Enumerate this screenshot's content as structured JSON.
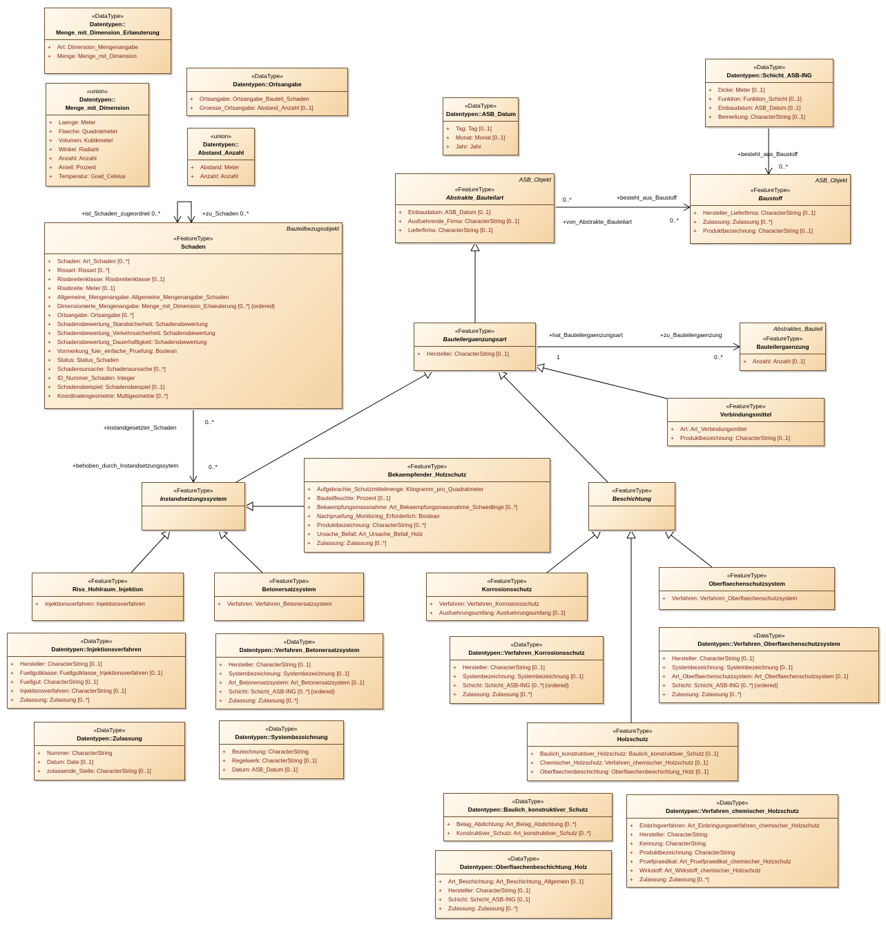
{
  "classes": [
    {
      "id": "menge_dim_erl",
      "stereotype": "«DataType»",
      "name": "Datentypen::\nMenge_mit_Dimension_Erlaeuterung",
      "attributes": [
        "Art: Dimension_Mengenangabe",
        "Menge: Menge_mit_Dimension"
      ]
    },
    {
      "id": "menge_dim",
      "stereotype": "«union»",
      "name": "Datentypen::\nMenge_mit_Dimension",
      "attributes": [
        "Laenge: Meter",
        "Flaeche: Quadratmeter",
        "Volumen: Kubikmeter",
        "Winkel: Radiant",
        "Anzahl: Anzahl",
        "Anteil: Prozent",
        "Temperatur: Grad_Celsius"
      ]
    },
    {
      "id": "ortsangabe",
      "stereotype": "«DataType»",
      "name": "Datentypen::Ortsangabe",
      "attributes": [
        "Ortsangabe: Ortsangabe_Bauteil_Schaden",
        "Groesse_Ortsangabe: Abstand_Anzahl [0..1]"
      ]
    },
    {
      "id": "abstand_anzahl",
      "stereotype": "«union»",
      "name": "Datentypen::\nAbstand_Anzahl",
      "attributes": [
        "Abstand: Meter",
        "Anzahl: Anzahl"
      ]
    },
    {
      "id": "asb_datum",
      "stereotype": "«DataType»",
      "name": "Datentypen::ASB_Datum",
      "attributes": [
        "Tag: Tag [0..1]",
        "Monat: Monat [0..1]",
        "Jahr: Jahr"
      ]
    },
    {
      "id": "schicht",
      "stereotype": "«DataType»",
      "name": "Datentypen::Schicht_ASB-ING",
      "attributes": [
        "Dicke: Meter [0..1]",
        "Funktion: Funktion_Schicht [0..1]",
        "Einbaudatum: ASB_Datum [0..1]",
        "Bemerkung: CharacterString [0..1]"
      ]
    },
    {
      "id": "abstrakte_bauteilart",
      "context": "ASB_Objekt",
      "stereotype": "«FeatureType»",
      "name": "Abstrakte_Bauteilart",
      "abstract": true,
      "attributes": [
        "Einbaudatum: ASB_Datum [0..1]",
        "Ausfuehrende_Firma: CharacterString [0..1]",
        "Lieferfirma: CharacterString [0..1]"
      ]
    },
    {
      "id": "baustoff",
      "context": "ASB_Objekt",
      "stereotype": "«FeatureType»",
      "name": "Baustoff",
      "abstract": true,
      "attributes": [
        "Hersteller_Lieferfirma: CharacterString [0..1]",
        "Zulassung: Zulassung [0..*]",
        "Produktbezeichnung: CharacterString [0..1]"
      ]
    },
    {
      "id": "schaden",
      "context": "Bauteilbezugsobjekt",
      "stereotype": "«FeatureType»",
      "name": "Schaden",
      "attributes": [
        "Schaden: Art_Schaden [0..*]",
        "Rissart: Rissart [0..*]",
        "Rissbreitenklasse: Rissbreitenklasse [0..1]",
        "Rissbreite: Meter [0..1]",
        "Allgemeine_Mengenangabe: Allgemeine_Mengenangabe_Schaden",
        "Dimensionierte_Mengenangabe: Menge_mit_Dimension_Erlaeuterung [0..*] {ordered}",
        "Ortsangabe: Ortsangabe [0..*]",
        "Schadensbewertung_Standsicherheit: Schadensbewertung",
        "Schadensbewertung_Verkehrssicherheit: Schadensbewertung",
        "Schadensbewertung_Dauerhaftigkeit: Schadensbewertung",
        "Vormerkung_fuer_einfache_Pruefung: Boolean",
        "Status: Status_Schaden",
        "Schadensursache: Schadensursache [0..*]",
        "ID_Nummer_Schaden: Integer",
        "Schadensbeispiel: Schadensbeispiel [0..1]",
        "Koordinatengeometrie: Multigeometrie [0..*]"
      ]
    },
    {
      "id": "bauteilergaenzungsart",
      "stereotype": "«FeatureType»",
      "name": "Bauteilergaenzungsart",
      "abstract": true,
      "attributes": [
        "Hersteller: CharacterString [0..1]"
      ]
    },
    {
      "id": "bauteilergaenzung",
      "context": "Abstraktes_Bauteil",
      "stereotype": "«FeatureType»",
      "name": "Bauteilergaenzung",
      "attributes": [
        "Anzahl: Anzahl [0..1]"
      ]
    },
    {
      "id": "verbindungsmittel",
      "stereotype": "«FeatureType»",
      "name": "Verbindungsmittel",
      "attributes": [
        "Art: Art_Verbindungsmittel",
        "Produktbezeichnung: CharacterString [0..1]"
      ]
    },
    {
      "id": "instandsetzungssystem",
      "stereotype": "«FeatureType»",
      "name": "Instandsetzungssystem",
      "abstract": true,
      "attributes": []
    },
    {
      "id": "holzschutz_bek",
      "stereotype": "«FeatureType»",
      "name": "Bekaempfender_Holzschutz",
      "attributes": [
        "Aufgebrachte_Schutzmittelmenge: Kilogramm_pro_Quadratmeter",
        "Bauteilfeuchte: Prozent [0..1]",
        "Bekaempfungsmassnahme: Art_Bekaempfungsmassnahme_Schaedlinge [0..*]",
        "Nachpruefung_Monitoring_Erforderlich: Boolean",
        "Produktbezeichnung: CharacterString [0..*]",
        "Ursache_Befall: Art_Ursache_Befall_Holz",
        "Zulassung: Zulassung [0..*]"
      ]
    },
    {
      "id": "beschichtung",
      "stereotype": "«FeatureType»",
      "name": "Beschichtung",
      "abstract": true,
      "attributes": []
    },
    {
      "id": "riss",
      "stereotype": "«FeatureType»",
      "name": "Riss_Hohlraum_Injektion",
      "attributes": [
        "Injektionsverfahren: Injektionsverfahren"
      ]
    },
    {
      "id": "betonersatz",
      "stereotype": "«FeatureType»",
      "name": "Betonersatzsystem",
      "attributes": [
        "Verfahren: Verfahren_Betonersatzsystem"
      ]
    },
    {
      "id": "korrosionsschutz",
      "stereotype": "«FeatureType»",
      "name": "Korrosionsschutz",
      "attributes": [
        "Verfahren: Verfahren_Korrosionsschutz",
        "Ausfuehrungsumfang: Ausfuehrungsumfang [0..1]"
      ]
    },
    {
      "id": "oberflaechenschutz",
      "stereotype": "«FeatureType»",
      "name": "Oberflaechenschutzsystem",
      "attributes": [
        "Verfahren: Verfahren_Oberflaechenschutzsystem"
      ]
    },
    {
      "id": "injektionsverfahren",
      "stereotype": "«DataType»",
      "name": "Datentypen::Injektionsverfahren",
      "attributes": [
        "Hersteller: CharacterString [0..1]",
        "Fuellgutklasse: Fuellgutklasse_Injektionsverfahren [0..1]",
        "Fuellgut: CharacterString [0..1]",
        "Injektionsverfahren: CharacterString [0..1]",
        "Zulassung: Zulassung [0..*]"
      ]
    },
    {
      "id": "verf_betonersatz",
      "stereotype": "«DataType»",
      "name": "Datentypen::Verfahren_Betonersatzsystem",
      "attributes": [
        "Hersteller: CharacterString [0..1]",
        "Systembezeichnung: Systembezeichnung [0..1]",
        "Art_Betonersatzsystem: Art_Betonersatzsystem [0..1]",
        "Schicht: Schicht_ASB-ING [0..*] {ordered}",
        "Zulassung: Zulassung [0..*]"
      ]
    },
    {
      "id": "verf_korrosion",
      "stereotype": "«DataType»",
      "name": "Datentypen::Verfahren_Korrosionsschutz",
      "attributes": [
        "Hersteller: CharacterString [0..1]",
        "Systembezeichnung: Systembezeichnung [0..1]",
        "Schicht: Schicht_ASB-ING [0..*] {ordered}",
        "Zulassung: Zulassung [0..*]"
      ]
    },
    {
      "id": "verf_oberflaeche",
      "stereotype": "«DataType»",
      "name": "Datentypen::Verfahren_Oberflaechenschutzsystem",
      "attributes": [
        "Hersteller: CharacterString [0..1]",
        "Systembezeichnung: Systembezeichnung [0..1]",
        "Art_Oberflaechenschutzsystem: Art_Oberflaechenschutzsystem [0..1]",
        "Schicht: Schicht_ASB-ING [0..*] {ordered}",
        "Zulassung: Zulassung [0..*]"
      ]
    },
    {
      "id": "zulassung",
      "stereotype": "«DataType»",
      "name": "Datentypen::Zulassung",
      "attributes": [
        "Nummer: CharacterString",
        "Datum: Date [0..1]",
        "zulassende_Stelle: CharacterString [0..1]"
      ]
    },
    {
      "id": "systembezeichnung",
      "stereotype": "«DataType»",
      "name": "Datentypen::Systembezeichnung",
      "attributes": [
        "Bezeichnung: CharacterString",
        "Regelwerk: CharacterString [0..1]",
        "Datum: ASB_Datum [0..1]"
      ]
    },
    {
      "id": "holzschutz",
      "stereotype": "«FeatureType»",
      "name": "Holzschutz",
      "attributes": [
        "Baulich_konstruktiver_Holzschutz: Baulich_konstruktiver_Schutz [0..1]",
        "Chemischer_Holzschutz: Verfahren_chemischer_Holzschutz [0..1]",
        "Oberflaechenbeschichtung: Oberflaechenbeschichtung_Holz [0..1]"
      ]
    },
    {
      "id": "baulich",
      "stereotype": "«DataType»",
      "name": "Datentypen::Baulich_konstruktiver_Schutz",
      "attributes": [
        "Belag_Abdichtung: Art_Belag_Abdichtung [0..*]",
        "Konstruktiver_Schutz: Art_konstruktiver_Schutz [0..*]"
      ]
    },
    {
      "id": "chemisch",
      "stereotype": "«DataType»",
      "name": "Datentypen::Verfahren_chemischer_Holzschutz",
      "attributes": [
        "Einbringverfahren: Art_Einbringungsverfahren_chemischer_Holzschutz",
        "Hersteller: CharacterString",
        "Kennung: CharacterString",
        "Produktbezeichnung: CharacterString",
        "Pruefpraedikat: Art_Pruefpraedikat_chemischer_Holzschutz",
        "Wirkstoff: Art_Wirkstoff_chemischer_Holzschutz",
        "Zulassung: Zulassung [0..*]"
      ]
    },
    {
      "id": "oberfl_holz",
      "stereotype": "«DataType»",
      "name": "Datentypen::Oberflaechenbeschichtung_Holz",
      "attributes": [
        "Art_Beschichtung: Art_Beschichtung_Allgemein [0..1]",
        "Hersteller: CharacterString [0..1]",
        "Schicht: Schicht_ASB-ING [0..1]",
        "Zulassung: Zulassung [0..*]"
      ]
    }
  ],
  "labels": [
    {
      "id": "l_ist_schaden",
      "text": "+ist_Schaden_zugeordnet 0..*"
    },
    {
      "id": "l_zu_schaden",
      "text": "+zu_Schaden 0..*"
    },
    {
      "id": "l_besteht_aus_baustoff_1",
      "text": "+besteht_aus_Baustoff"
    },
    {
      "id": "l_mult_0n_a",
      "text": "0..*"
    },
    {
      "id": "l_besteht_aus_baustoff_2",
      "text": "+besteht_aus_Baustoff"
    },
    {
      "id": "l_mult_0n_b",
      "text": "0..*"
    },
    {
      "id": "l_von_abstrakte",
      "text": "+von_Abstrakte_Bauteilart"
    },
    {
      "id": "l_mult_0n_c",
      "text": "0..*"
    },
    {
      "id": "l_hat_bauteilerg",
      "text": "+hat_Bauteilergaenzungsart"
    },
    {
      "id": "l_zu_bauteilerg",
      "text": "+zu_Bauteilergaenzung"
    },
    {
      "id": "l_mult_1",
      "text": "1"
    },
    {
      "id": "l_mult_0n_d",
      "text": "0..*"
    },
    {
      "id": "l_instandgesetzt",
      "text": "+instandgesetzter_Schaden"
    },
    {
      "id": "l_mult_0n_e",
      "text": "0..*"
    },
    {
      "id": "l_behoben",
      "text": "+behoben_durch_Instandsetzungssytem"
    },
    {
      "id": "l_mult_0n_f",
      "text": "0..*"
    }
  ]
}
